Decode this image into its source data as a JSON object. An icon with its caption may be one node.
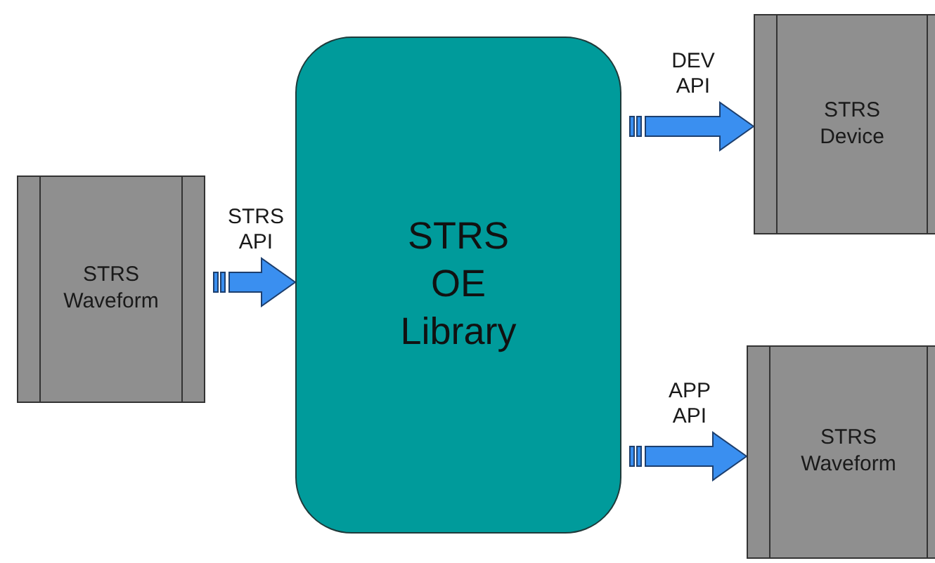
{
  "diagram": {
    "nodes": [
      {
        "text": [
          "STRS Waveform"
        ]
      },
      {
        "text": [
          "STRS OE Library"
        ]
      },
      {
        "text": [
          "STRS Device"
        ]
      },
      {
        "text": [
          "STRS Waveform"
        ]
      }
    ],
    "edges": [
      {
        "from": 0,
        "to": 1,
        "arrow": "to",
        "label": "STRS API"
      },
      {
        "from": 1,
        "to": 2,
        "arrow": "to",
        "label": "DEV API"
      },
      {
        "from": 1,
        "to": 3,
        "arrow": "to",
        "label": "APP API"
      }
    ]
  }
}
